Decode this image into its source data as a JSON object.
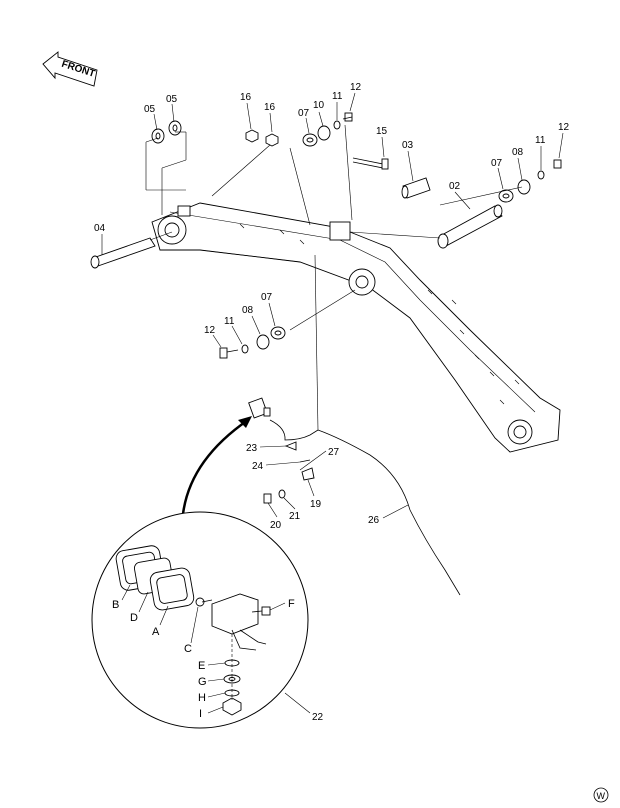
{
  "front_label": "FRONT",
  "watermark": "W",
  "callouts": {
    "c05a": "05",
    "c05b": "05",
    "c16a": "16",
    "c16b": "16",
    "c07a": "07",
    "c10": "10",
    "c11a": "11",
    "c12a": "12",
    "c15": "15",
    "c03": "03",
    "c02": "02",
    "c07b": "07",
    "c08a": "08",
    "c11b": "11",
    "c12b": "12",
    "c04": "04",
    "c12c": "12",
    "c11c": "11",
    "c08b": "08",
    "c07c": "07",
    "c23": "23",
    "c24": "24",
    "c27": "27",
    "c19": "19",
    "c20": "20",
    "c21": "21",
    "c26": "26",
    "c22": "22"
  },
  "detail_callouts": {
    "B": "B",
    "D": "D",
    "A": "A",
    "C": "C",
    "F": "F",
    "E": "E",
    "G": "G",
    "H": "H",
    "I": "I"
  }
}
